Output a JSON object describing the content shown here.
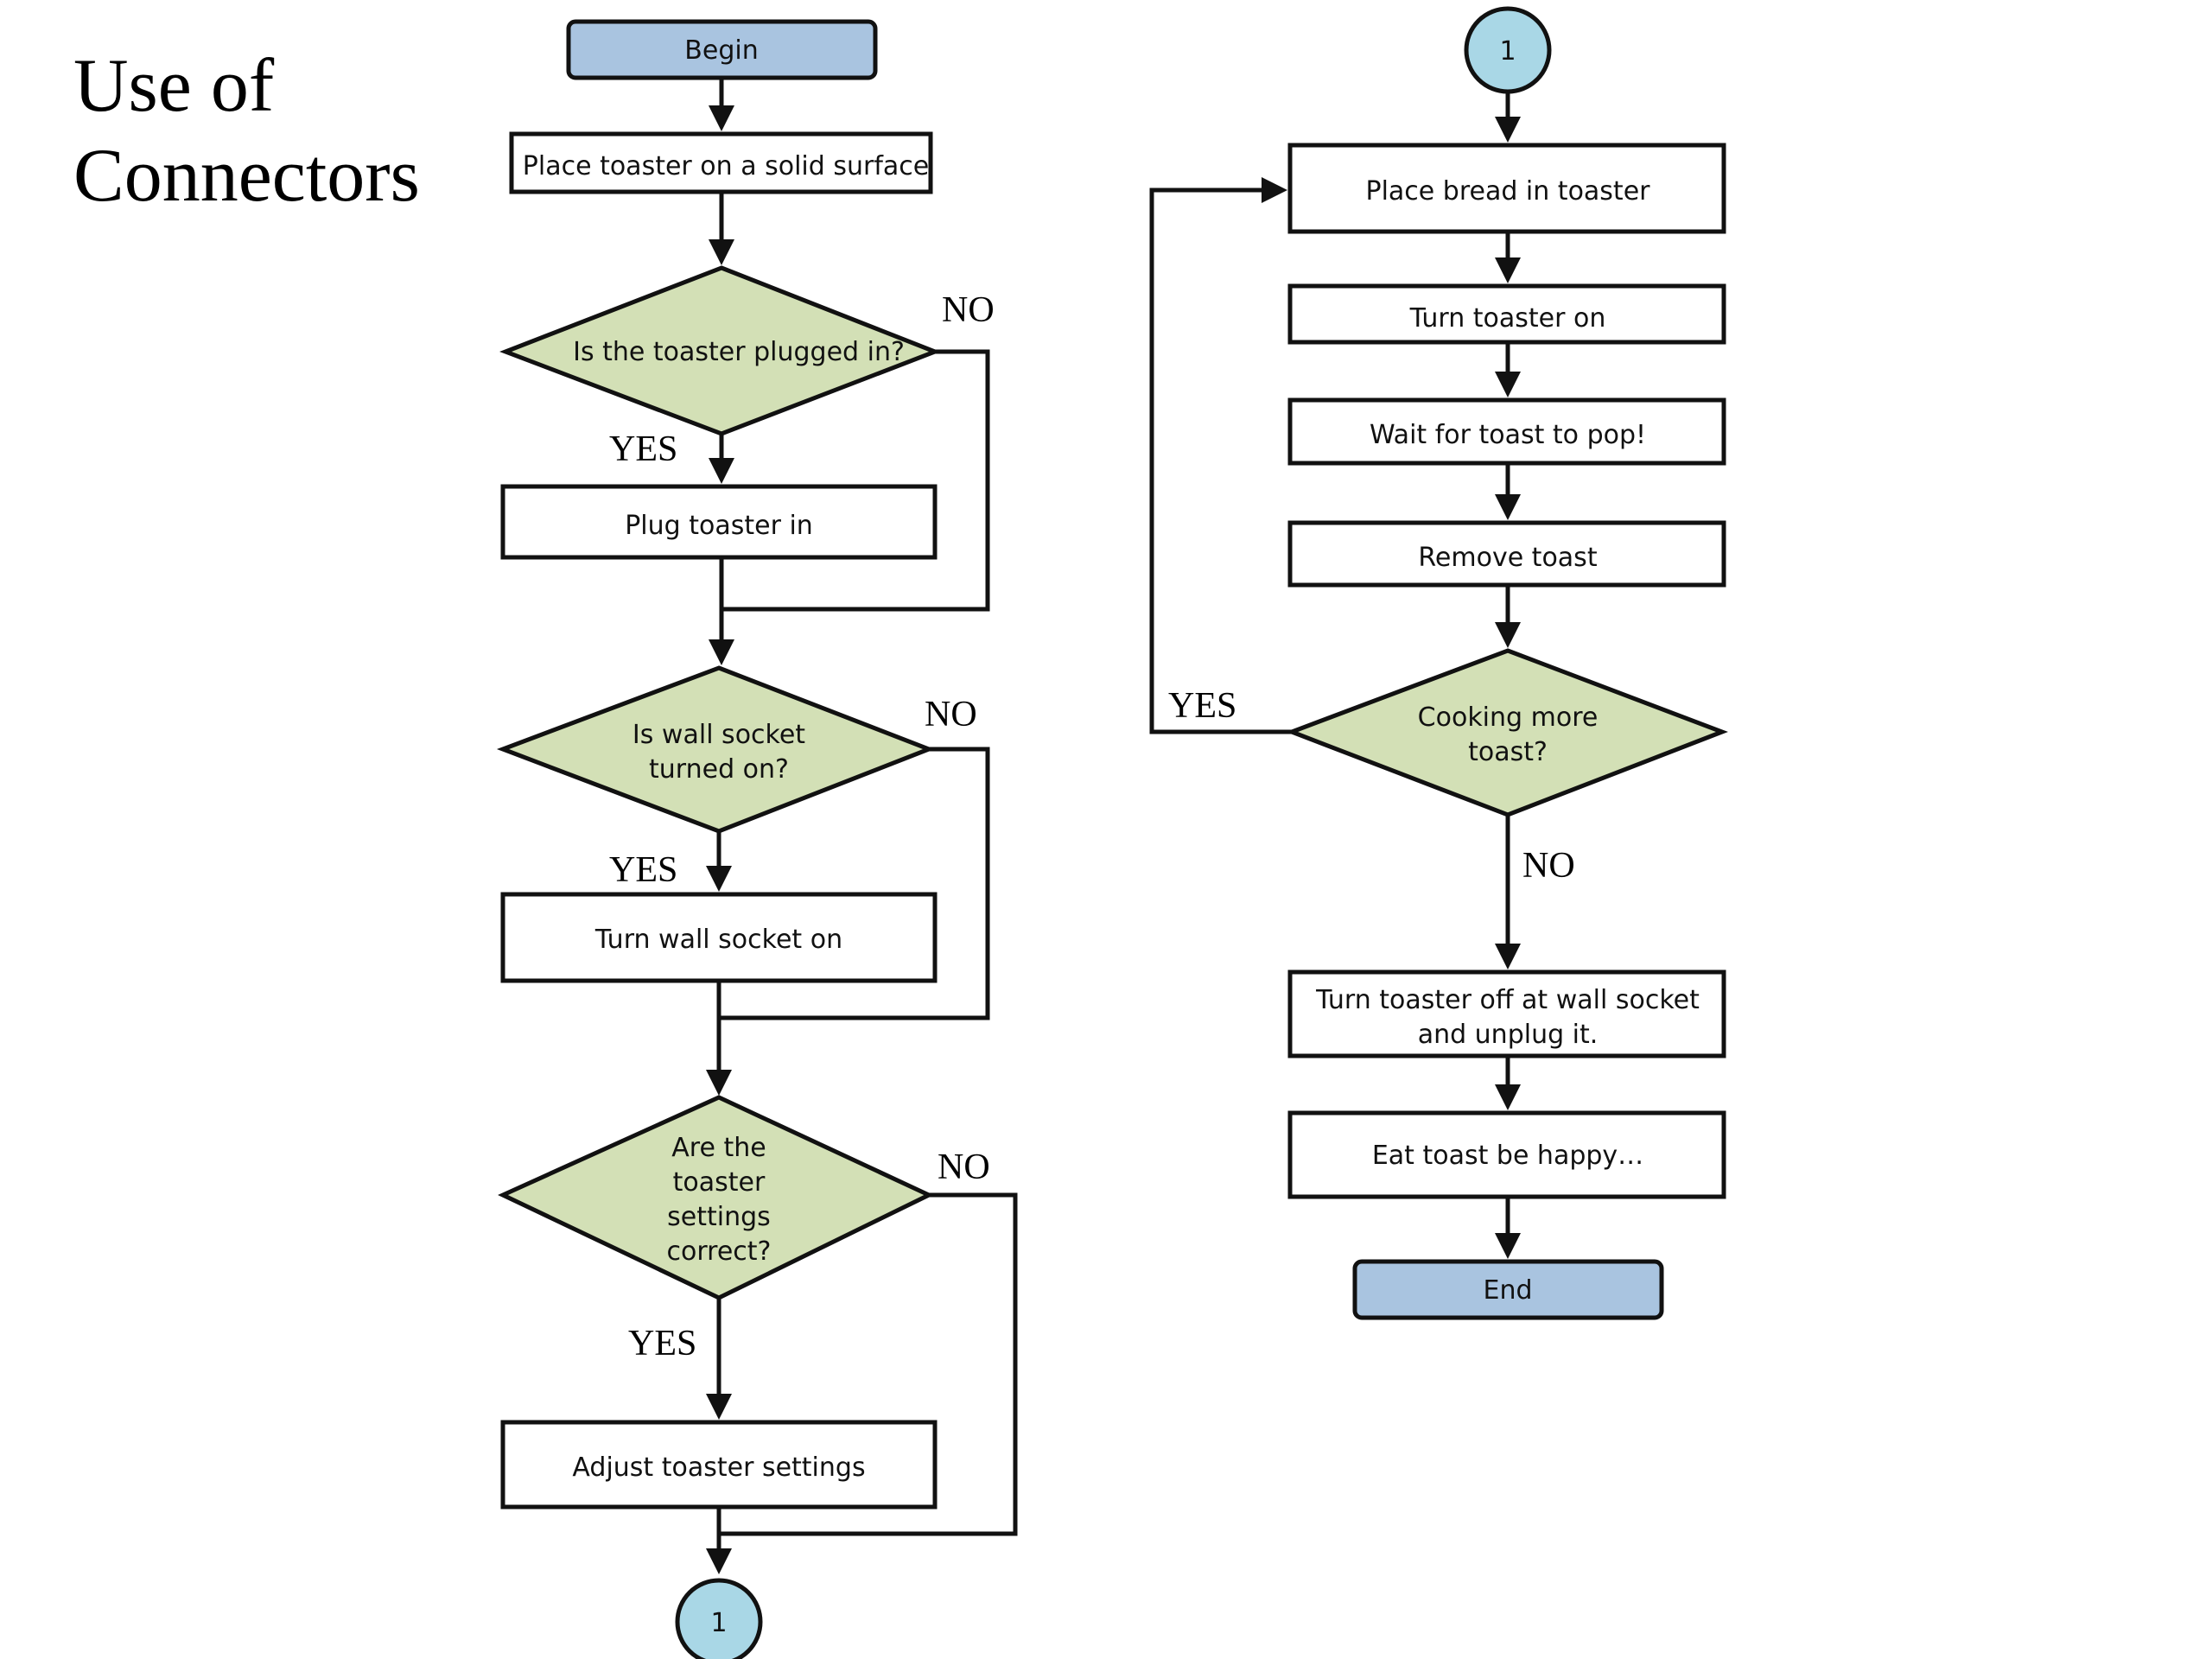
{
  "page": {
    "title_line1": "Use of",
    "title_line2": "Connectors"
  },
  "colors": {
    "terminal": "#a9c4e0",
    "decision": "#d3e0b6",
    "connector": "#a9d7e6",
    "process": "#ffffff",
    "stroke": "#111111"
  },
  "nodes": {
    "begin": "Begin",
    "place_toaster": "Place toaster on a solid surface",
    "q_plugged": "Is the toaster plugged in?",
    "plug_in": "Plug toaster in",
    "q_socket": [
      "Is wall socket",
      "turned on?"
    ],
    "turn_socket": "Turn wall socket on",
    "q_settings": [
      "Are the",
      "toaster",
      "settings",
      "correct?"
    ],
    "adjust": "Adjust toaster settings",
    "connector_bottom": "1",
    "connector_top": "1",
    "place_bread": "Place bread in toaster",
    "turn_on": "Turn toaster on",
    "wait": "Wait for toast to pop!",
    "remove": "Remove toast",
    "q_more": [
      "Cooking more",
      "toast?"
    ],
    "turn_off": [
      "Turn toaster off at wall socket",
      "and unplug it."
    ],
    "eat": "Eat toast be happy…",
    "end": "End"
  },
  "edge_labels": {
    "plugged_no": "NO",
    "plugged_yes": "YES",
    "socket_no": "NO",
    "socket_yes": "YES",
    "settings_no": "NO",
    "settings_yes": "YES",
    "more_yes": "YES",
    "more_no": "NO"
  }
}
